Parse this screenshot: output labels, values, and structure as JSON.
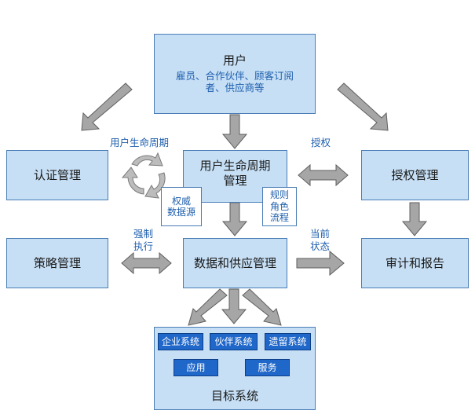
{
  "colors": {
    "box_fill": "#c6dff5",
    "box_border": "#4a7db5",
    "label": "#1f5fae",
    "inner_fill": "#1f67c9",
    "arrow": "#a6a6a6"
  },
  "user": {
    "title": "用户",
    "line1": "雇员、合作伙伴、顾客订阅",
    "line2": "者、供应商等"
  },
  "lifecycle": {
    "line1": "用户生命周期",
    "line2": "管理"
  },
  "auth": "认证管理",
  "authz": "授权管理",
  "policy": "策略管理",
  "data_supply": "数据和供应管理",
  "audit": "审计和报告",
  "labels": {
    "lifecycle": "用户生命周期",
    "grant": "授权",
    "enforce_1": "强制",
    "enforce_2": "执行",
    "state_1": "当前",
    "state_2": "状态"
  },
  "tags": {
    "authority_1": "权威",
    "authority_2": "数据源",
    "rules_1": "规则",
    "rules_2": "角色",
    "rules_3": "流程"
  },
  "target": {
    "title": "目标系统",
    "enterprise": "企业系统",
    "partner": "伙伴系统",
    "legacy": "遗留系统",
    "app": "应用",
    "service": "服务"
  },
  "icons": {
    "cycle": "cycle-arrows-icon"
  }
}
